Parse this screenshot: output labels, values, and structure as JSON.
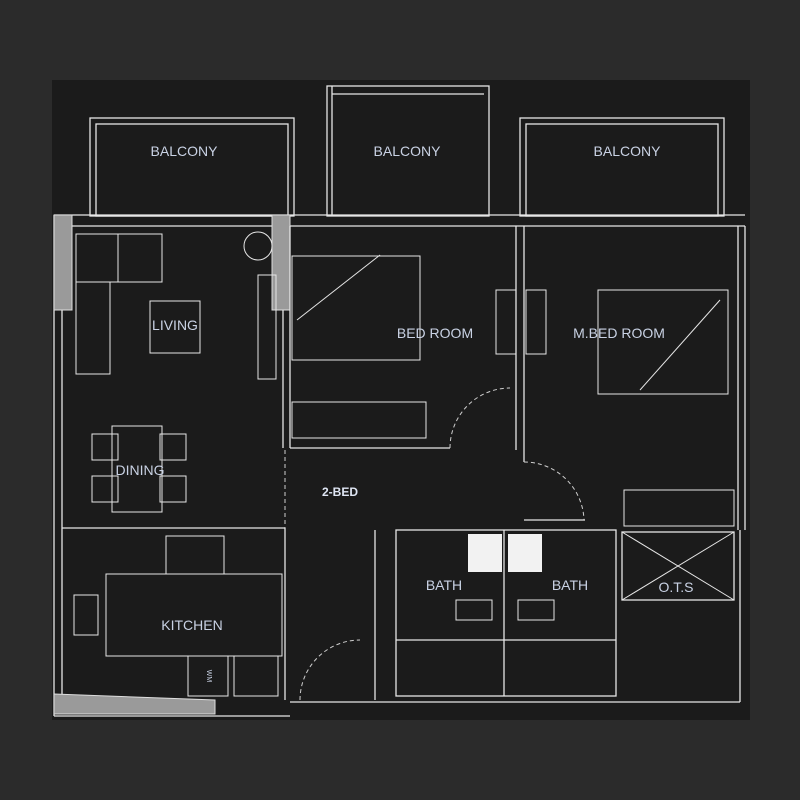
{
  "plan": {
    "unit_type": "2-BED",
    "rooms": {
      "balcony_left": "BALCONY",
      "balcony_center": "BALCONY",
      "balcony_right": "BALCONY",
      "living": "LIVING",
      "bed_room": "BED ROOM",
      "master_bed_room": "M.BED ROOM",
      "dining": "DINING",
      "kitchen": "KITCHEN",
      "bath_left": "BATH",
      "bath_right": "BATH",
      "ots": "O.T.S",
      "washing_machine": "WM"
    }
  }
}
